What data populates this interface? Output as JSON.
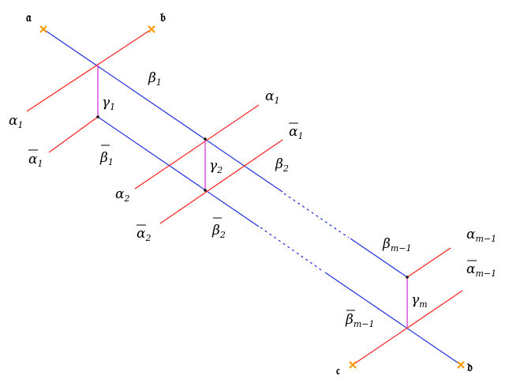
{
  "endpoints": {
    "a": "𝔞",
    "b": "𝔟",
    "c": "𝔠",
    "d": "𝔡"
  },
  "labels": {
    "beta_1": {
      "base": "β",
      "sub": "1",
      "bar": false
    },
    "gamma_1": {
      "base": "γ",
      "sub": "1",
      "bar": false
    },
    "alpha_1_left": {
      "base": "α",
      "sub": "1",
      "bar": false
    },
    "alphabar_1_left": {
      "base": "α",
      "sub": "1",
      "bar": true
    },
    "betabar_1": {
      "base": "β",
      "sub": "1",
      "bar": true
    },
    "alpha_1_right": {
      "base": "α",
      "sub": "1",
      "bar": false
    },
    "alphabar_1_right": {
      "base": "α",
      "sub": "1",
      "bar": true
    },
    "gamma_2": {
      "base": "γ",
      "sub": "2",
      "bar": false
    },
    "beta_2": {
      "base": "β",
      "sub": "2",
      "bar": false
    },
    "alpha_2": {
      "base": "α",
      "sub": "2",
      "bar": false
    },
    "alphabar_2": {
      "base": "α",
      "sub": "2",
      "bar": true
    },
    "betabar_2": {
      "base": "β",
      "sub": "2",
      "bar": true
    },
    "beta_m_minus_1": {
      "base": "β",
      "sub": "m−1",
      "bar": false
    },
    "alpha_m_minus_1": {
      "base": "α",
      "sub": "m−1",
      "bar": false
    },
    "alphabar_m_minus_1": {
      "base": "α",
      "sub": "m−1",
      "bar": true
    },
    "gamma_m": {
      "base": "γ",
      "sub": "m",
      "bar": false
    },
    "betabar_m_minus_1": {
      "base": "β",
      "sub": "m−1",
      "bar": true
    }
  },
  "colors": {
    "blue_line": "#1f2ee0",
    "red_line": "#ff1f1f",
    "magenta_line": "#dd44dd",
    "endpoint_marker": "#ff9900"
  }
}
